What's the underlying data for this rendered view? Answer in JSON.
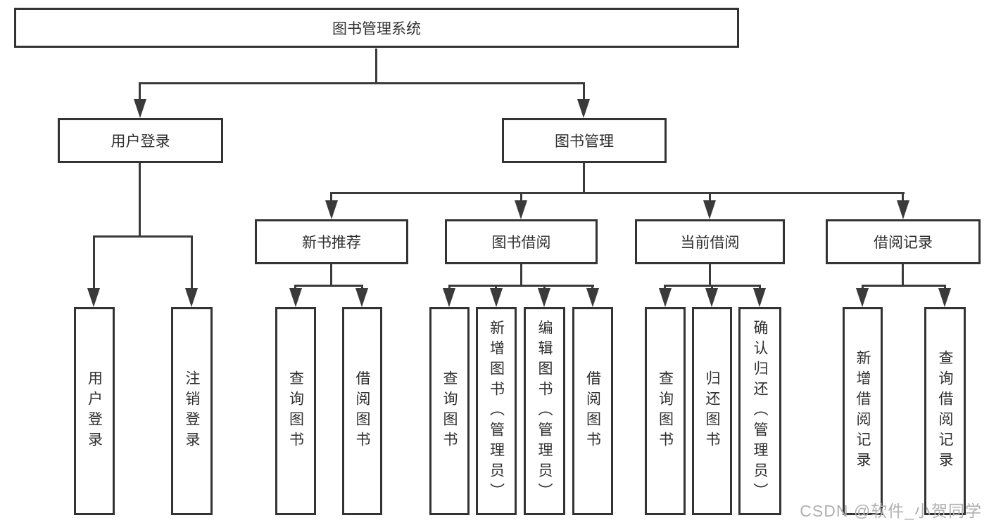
{
  "diagram": {
    "title": "图书管理系统",
    "root": {
      "label": "图书管理系统"
    },
    "branches": {
      "user_login": {
        "label": "用户登录",
        "children": {
          "login": {
            "label": "用户登录"
          },
          "logout": {
            "label": "注销登录"
          }
        }
      },
      "book_mgmt": {
        "label": "图书管理",
        "children": {
          "new_book_rec": {
            "label": "新书推荐",
            "children": {
              "query_book": {
                "label": "查询图书"
              },
              "borrow_book": {
                "label": "借阅图书"
              }
            }
          },
          "book_borrow": {
            "label": "图书借阅",
            "children": {
              "query_book": {
                "label": "查询图书"
              },
              "add_book": {
                "label": "新增图书（管理员）"
              },
              "edit_book": {
                "label": "编辑图书（管理员）"
              },
              "borrow_book": {
                "label": "借阅图书"
              }
            }
          },
          "current_borrow": {
            "label": "当前借阅",
            "children": {
              "query_book": {
                "label": "查询图书"
              },
              "return_book": {
                "label": "归还图书"
              },
              "confirm_return": {
                "label": "确认归还（管理员）"
              }
            }
          },
          "borrow_records": {
            "label": "借阅记录",
            "children": {
              "add_record": {
                "label": "新增借阅记录"
              },
              "query_record": {
                "label": "查询借阅记录"
              }
            }
          }
        }
      }
    }
  },
  "watermark": {
    "text": "CSDN @软件_小贺同学"
  },
  "colors": {
    "line": "#3a3a3a",
    "text": "#2f2f2f",
    "watermark": "#b0b0b0",
    "background": "#ffffff"
  }
}
